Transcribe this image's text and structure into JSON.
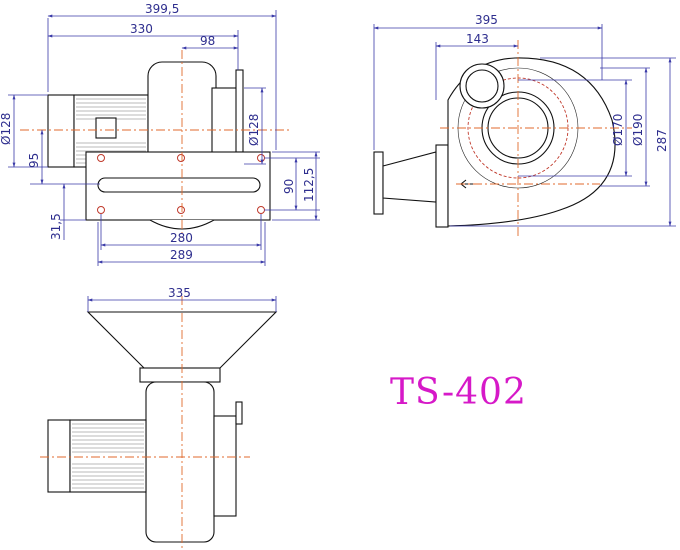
{
  "drawing": {
    "model_name": "TS-402",
    "colors": {
      "dimension": "#3a3aa8",
      "centerline": "#e06a2c",
      "hole": "#c0392b",
      "model_label": "#d619c8",
      "outline": "#111111"
    },
    "front_view": {
      "dims": {
        "overall_length": "399,5",
        "motor_to_outlet": "330",
        "outlet_offset": "98",
        "motor_dia": "Ø128",
        "outlet_dia": "Ø128",
        "center_height": "95",
        "base_height": "31,5",
        "slot_width": "90",
        "base_depth": "112,5",
        "hole_span": "280",
        "base_length": "289"
      }
    },
    "side_view": {
      "dims": {
        "overall_width": "395",
        "inlet_offset": "143",
        "inner_dia": "Ø170",
        "outer_dia": "Ø190",
        "overall_height": "287"
      }
    },
    "top_view": {
      "dims": {
        "hopper_width": "335"
      }
    }
  }
}
